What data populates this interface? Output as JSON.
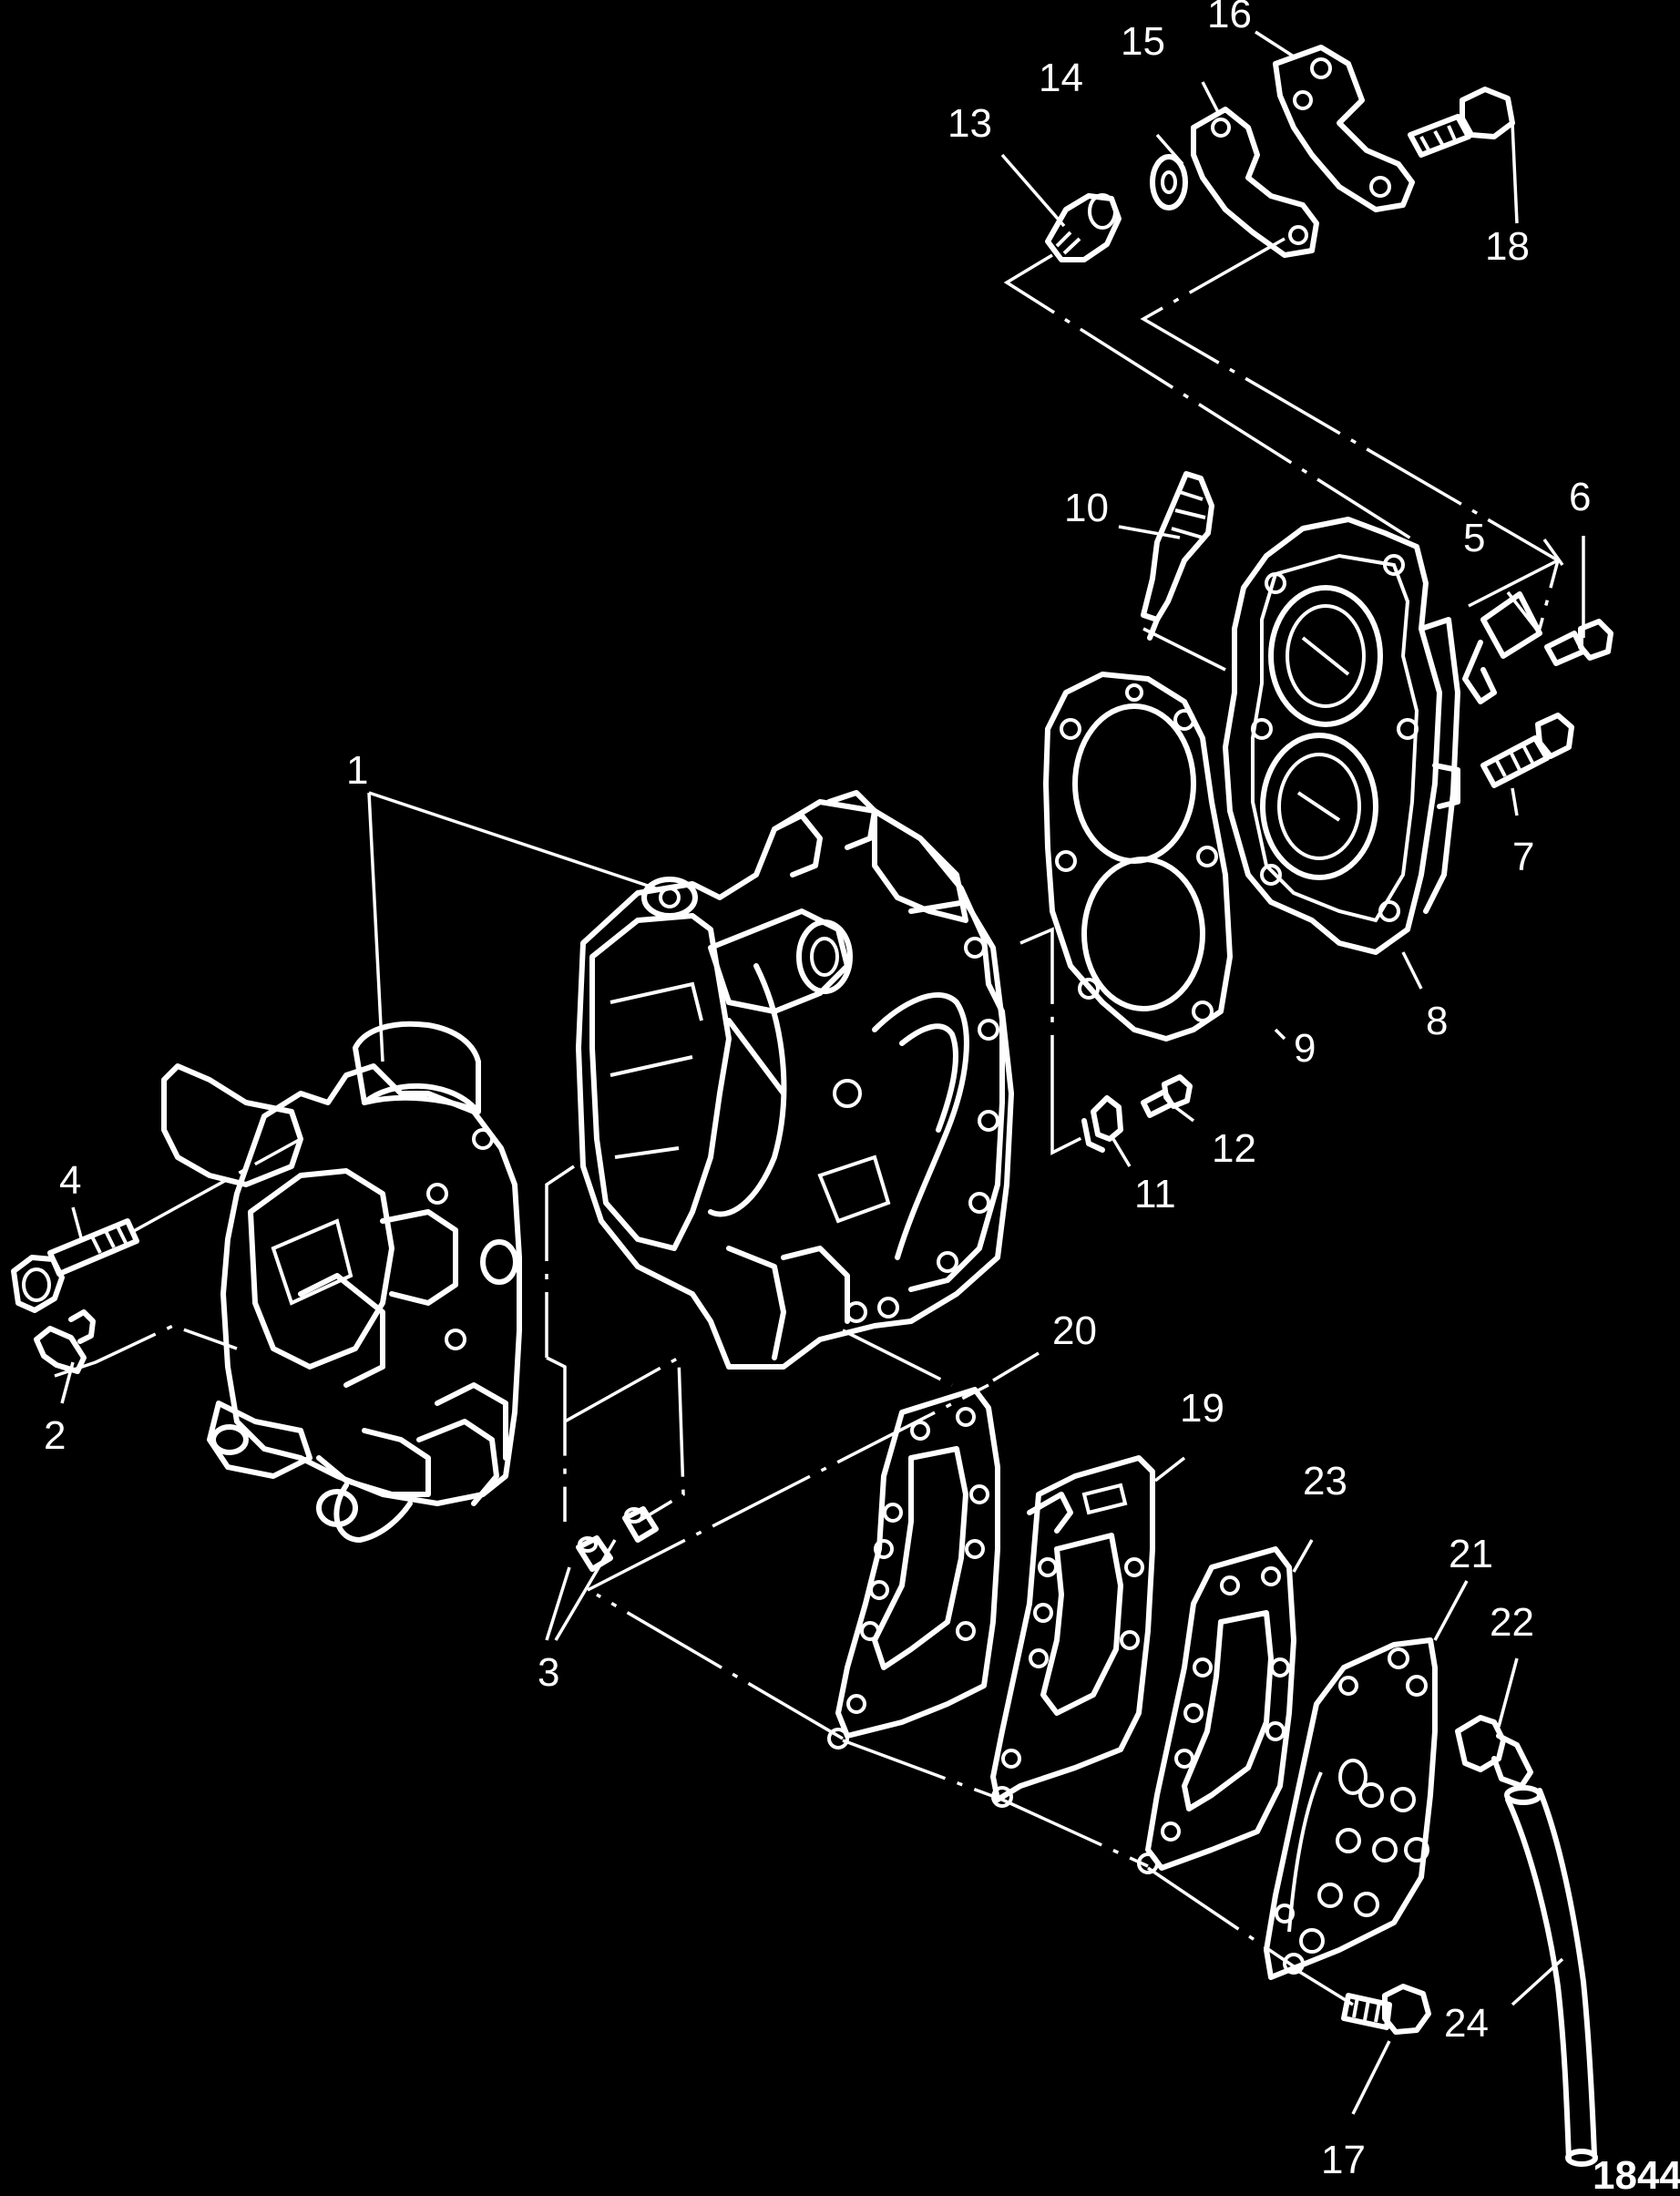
{
  "callouts": [
    "1",
    "2",
    "3",
    "4",
    "5",
    "6",
    "7",
    "8",
    "9",
    "10",
    "11",
    "12",
    "13",
    "14",
    "15",
    "16",
    "17",
    "18",
    "19",
    "20",
    "21",
    "22",
    "23",
    "24"
  ],
  "figure_number": "1844",
  "colors": {
    "background": "#000000",
    "line": "#ffffff"
  }
}
